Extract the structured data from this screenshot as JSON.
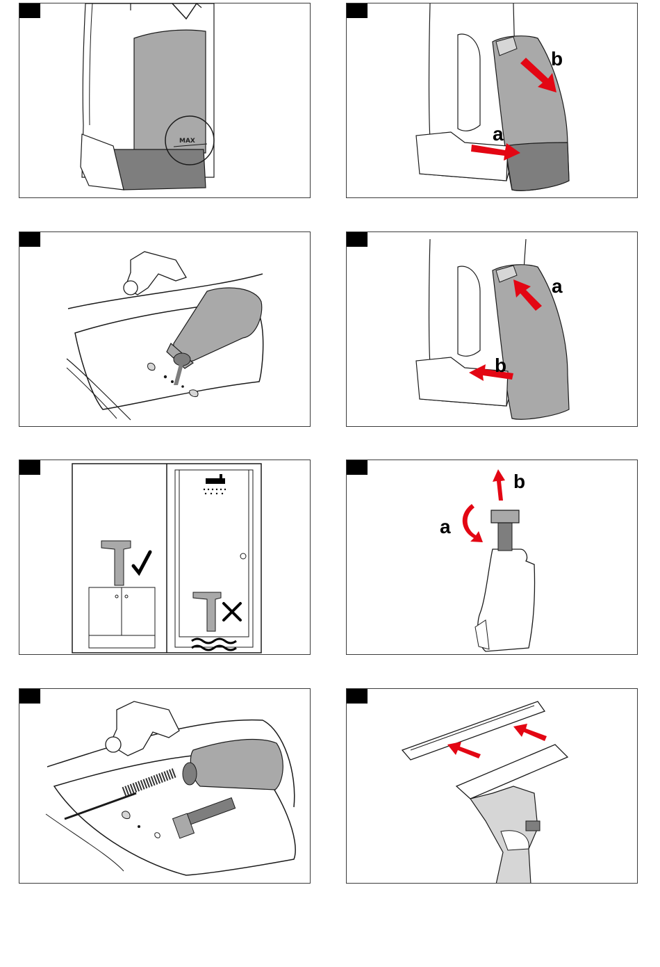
{
  "colors": {
    "tank_light": "#a9a9a9",
    "tank_dark": "#7e7e7e",
    "arrow_red": "#e30613",
    "stroke": "#1a1a1a"
  },
  "panels": [
    {
      "id": "p1",
      "step_tag_icon": "black-step-tag",
      "max_mark": "MAX",
      "labels": {}
    },
    {
      "id": "p2",
      "step_tag_icon": "black-step-tag",
      "labels": {
        "a": "a",
        "b": "b"
      }
    },
    {
      "id": "p3",
      "step_tag_icon": "black-step-tag",
      "labels": {}
    },
    {
      "id": "p4",
      "step_tag_icon": "black-step-tag",
      "labels": {
        "a": "a",
        "b": "b"
      }
    },
    {
      "id": "p5",
      "step_tag_icon": "black-step-tag",
      "labels": {},
      "icons": [
        "checkmark-icon",
        "cross-icon",
        "shower-icon",
        "water-wave-icon"
      ]
    },
    {
      "id": "p6",
      "step_tag_icon": "black-step-tag",
      "labels": {
        "a": "a",
        "b": "b"
      }
    },
    {
      "id": "p7",
      "step_tag_icon": "black-step-tag",
      "labels": {}
    },
    {
      "id": "p8",
      "step_tag_icon": "black-step-tag",
      "labels": {}
    }
  ]
}
